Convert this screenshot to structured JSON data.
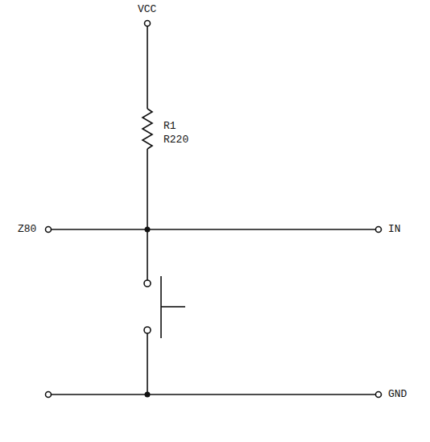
{
  "diagram": {
    "labels": [
      "VCC",
      "R1",
      "R220",
      "Z80",
      "IN",
      "GND"
    ]
  }
}
